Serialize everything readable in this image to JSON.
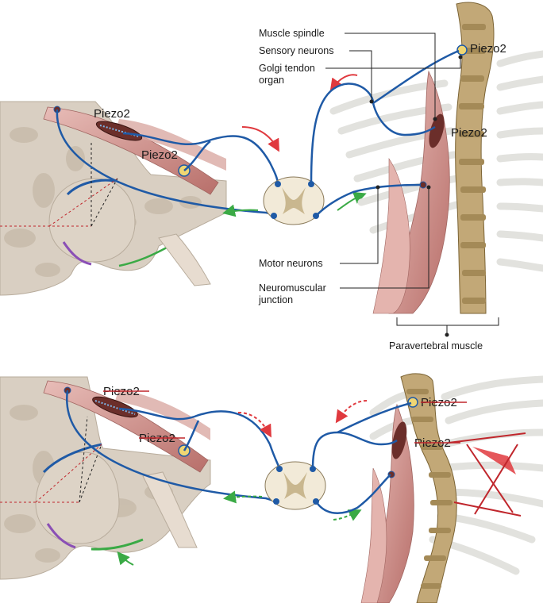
{
  "labels": {
    "muscle_spindle": "Muscle spindle",
    "sensory_neurons": "Sensory neurons",
    "golgi_line1": "Golgi tendon",
    "golgi_line2": "organ",
    "motor_neurons": "Motor neurons",
    "nmj_line1": "Neuromuscular",
    "nmj_line2": "junction",
    "paravertebral_muscle": "Paravertebral muscle"
  },
  "top_panel": {
    "hip_piezo_spindle": "Piezo2",
    "hip_piezo_golgi": "Piezo2",
    "spine_piezo_golgi": "Piezo2",
    "spine_piezo_spindle": "Piezo2"
  },
  "bottom_panel": {
    "hip_piezo_spindle": "Piezo2",
    "hip_piezo_golgi": "Piezo2",
    "spine_piezo_golgi": "Piezo2",
    "spine_piezo_spindle": "Piezo2"
  },
  "colors": {
    "nerve": "#1f5aa6",
    "muscle": "#c98a86",
    "bone": "#d9cfc2",
    "spine": "#b39a6b",
    "red_arrow": "#e0393e",
    "green_arrow": "#3aaa45",
    "purple_cartilage": "#8a4fb5",
    "knockout_red": "#c0262c"
  }
}
